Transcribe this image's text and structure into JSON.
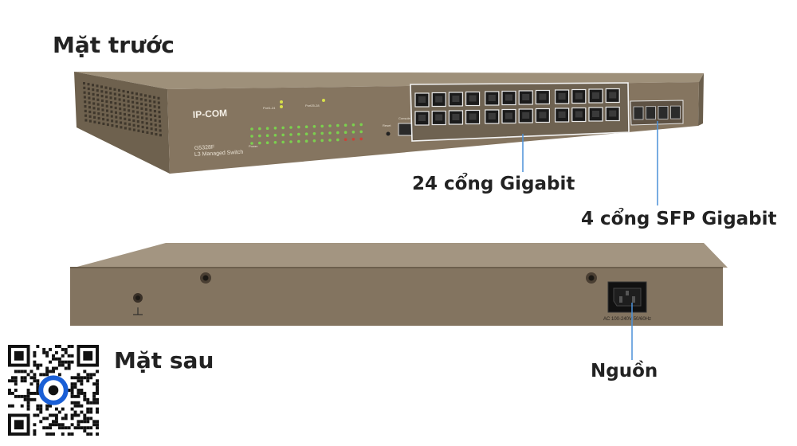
{
  "titles": {
    "front": "Mặt trước",
    "rear": "Mặt sau"
  },
  "callouts": {
    "ports24": "24 cổng Gigabit",
    "sfp4": "4 cổng SFP Gigabit",
    "power": "Nguồn"
  },
  "device": {
    "brand": "IP-COM",
    "model": "G5328F",
    "model_desc": "L3 Managed Switch",
    "console_label": "Console",
    "reset_label": "Reset",
    "power_label": "Power",
    "power_rating": "AC 100-240V 50/60Hz",
    "led_legend_left": "Port1-24",
    "led_legend_right": "Port25-28"
  },
  "colors": {
    "chassis": "#8b7a62",
    "chassis_dark": "#5d5140",
    "chassis_top": "#a89a84",
    "rear_face": "#8a7a63",
    "callout_line": "#4a90d9",
    "qr_accent": "#1a5fd6"
  },
  "icons": [
    "ground-icon",
    "qr-code",
    "logo-icon"
  ]
}
